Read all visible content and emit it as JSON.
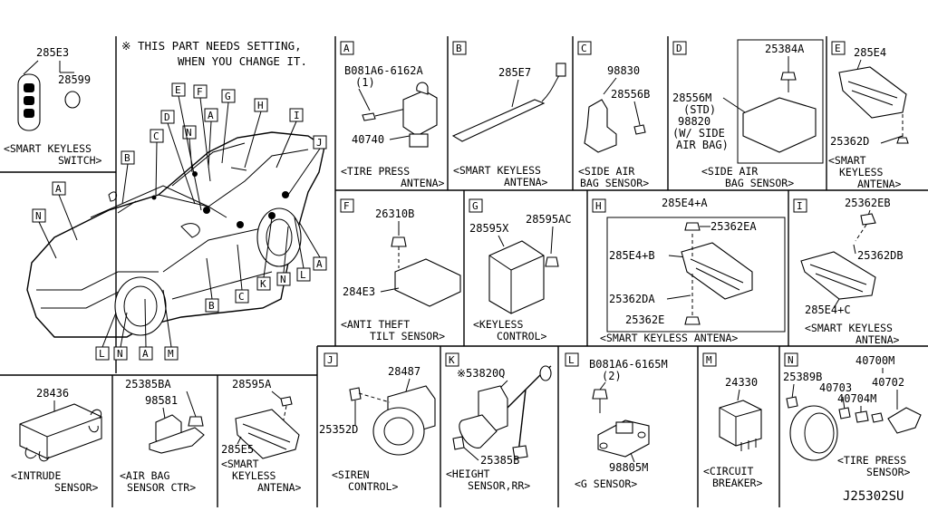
{
  "note": {
    "line1": "※ THIS PART NEEDS SETTING,",
    "line2": "WHEN YOU CHANGE IT."
  },
  "sw": {
    "pn_main": "285E3",
    "pn_cap": "28599",
    "cap1": "<SMART KEYLESS",
    "cap2": "SWITCH>"
  },
  "car_letters": {
    "a1": "A",
    "b1": "B",
    "c1": "C",
    "d1": "D",
    "e1": "E",
    "f1": "F",
    "g1": "G",
    "h1": "H",
    "i1": "I",
    "j1": "J",
    "n1": "N",
    "a2": "A",
    "n2": "N",
    "l1": "L",
    "n3": "N",
    "a3": "A",
    "m1": "M",
    "b2": "B",
    "c2": "C",
    "k1": "K",
    "n4": "N",
    "l2": "L",
    "a4": "A"
  },
  "A": {
    "letter": "A",
    "bolt1": "B081A6-6162A",
    "qty": "(1)",
    "pn": "40740",
    "cap1": "<TIRE PRESS",
    "cap2": "ANTENA>"
  },
  "B": {
    "letter": "B",
    "pn": "285E7",
    "cap1": "<SMART KEYLESS",
    "cap2": "ANTENA>"
  },
  "C": {
    "letter": "C",
    "pn1": "98830",
    "pn2": "28556B",
    "cap1": "<SIDE AIR",
    "cap2": "BAG SENSOR>"
  },
  "D": {
    "letter": "D",
    "pn1": "25384A",
    "pn2": "28556M",
    "std": "(STD)",
    "pn3": "98820",
    "ws1": "(W/ SIDE",
    "ws2": "AIR BAG)",
    "cap1": "<SIDE AIR",
    "cap2": "BAG SENSOR>"
  },
  "E": {
    "letter": "E",
    "pn1": "285E4",
    "pn2": "25362D",
    "cap1": "<SMART",
    "cap2": "KEYLESS",
    "cap3": "ANTENA>"
  },
  "F": {
    "letter": "F",
    "pn1": "26310B",
    "pn2": "284E3",
    "cap1": "<ANTI THEFT",
    "cap2": "TILT SENSOR>"
  },
  "G": {
    "letter": "G",
    "pn1": "28595X",
    "pn2": "28595AC",
    "cap1": "<KEYLESS",
    "cap2": "CONTROL>"
  },
  "H": {
    "letter": "H",
    "pn1": "285E4+A",
    "pn2": "25362EA",
    "pn3": "285E4+B",
    "pn4": "25362DA",
    "pn5": "25362E",
    "cap": "<SMART KEYLESS ANTENA>"
  },
  "I": {
    "letter": "I",
    "pn1": "25362EB",
    "pn2": "25362DB",
    "pn3": "285E4+C",
    "cap1": "<SMART KEYLESS",
    "cap2": "ANTENA>"
  },
  "intrude": {
    "pn": "28436",
    "cap1": "<INTRUDE",
    "cap2": "SENSOR>"
  },
  "airbag": {
    "pn1": "25385BA",
    "pn2": "98581",
    "cap1": "<AIR BAG",
    "cap2": "SENSOR CTR>"
  },
  "keyless2": {
    "pn1": "28595A",
    "pn2": "285E5",
    "cap1": "<SMART",
    "cap2": "KEYLESS",
    "cap3": "ANTENA>"
  },
  "J": {
    "letter": "J",
    "pn1": "28487",
    "pn2": "25352D",
    "cap1": "<SIREN",
    "cap2": "CONTROL>"
  },
  "K": {
    "letter": "K",
    "pn1": "※53820Q",
    "pn2": "25385B",
    "cap1": "<HEIGHT",
    "cap2": "SENSOR,RR>"
  },
  "L": {
    "letter": "L",
    "bolt": "B081A6-6165M",
    "qty": "(2)",
    "pn": "98805M",
    "cap": "<G SENSOR>"
  },
  "M": {
    "letter": "M",
    "pn": "24330",
    "cap1": "<CIRCUIT",
    "cap2": "BREAKER>"
  },
  "N": {
    "letter": "N",
    "pn1": "40700M",
    "pn2": "25389B",
    "pn3": "40703",
    "pn4": "40702",
    "pn5": "40704M",
    "cap1": "<TIRE PRESS",
    "cap2": "SENSOR>"
  },
  "ref": "J25302SU"
}
